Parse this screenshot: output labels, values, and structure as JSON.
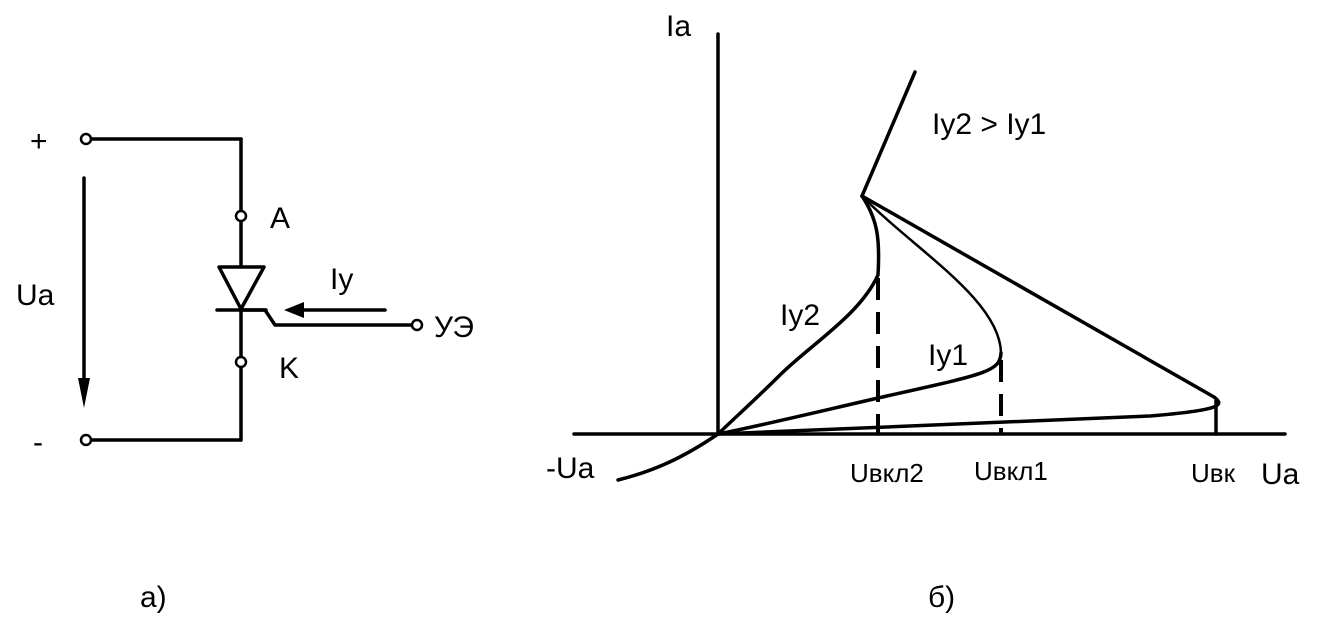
{
  "circuit": {
    "plus_label": "+",
    "minus_label": "-",
    "voltage_label": "Ua",
    "anode_label": "A",
    "cathode_label": "K",
    "control_current_label": "Iy",
    "control_terminal_label": "УЭ",
    "caption": "а)"
  },
  "characteristic": {
    "y_axis_label": "Ia",
    "x_axis_label": "Ua",
    "neg_x_label": "-Ua",
    "relation_label": "Iy2 > Iy1",
    "curve_iy2_label": "Iy2",
    "curve_iy1_label": "Iy1",
    "tick_labels": [
      "Uвкл2",
      "Uвкл1",
      "Uвк"
    ],
    "caption": "б)"
  }
}
